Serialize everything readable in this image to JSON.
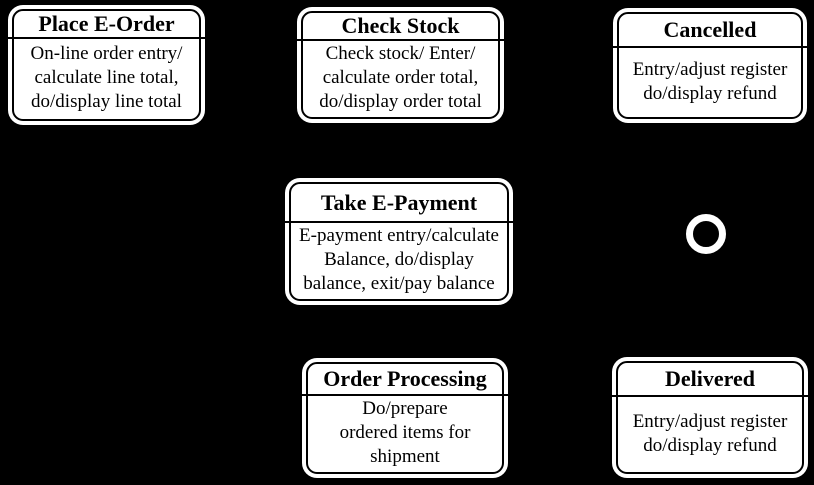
{
  "colors": {
    "background": "#000000",
    "state_fill": "#ffffff",
    "state_border": "#000000",
    "text": "#000000",
    "final_ring": "#ffffff"
  },
  "states": [
    {
      "name": "place-e-order",
      "title": "Place E-Order",
      "body": [
        "On-line order entry/",
        "calculate line total,",
        "do/display line total"
      ]
    },
    {
      "name": "check-stock",
      "title": "Check Stock",
      "body": [
        "Check stock/ Enter/",
        "calculate order total,",
        "do/display order total"
      ]
    },
    {
      "name": "cancelled",
      "title": "Cancelled",
      "body": [
        "Entry/adjust register",
        "do/display refund"
      ]
    },
    {
      "name": "take-e-payment",
      "title": "Take E-Payment",
      "body": [
        "E-payment entry/calculate",
        "Balance, do/display",
        "balance, exit/pay balance"
      ]
    },
    {
      "name": "order-processing",
      "title": "Order Processing",
      "body": [
        "Do/prepare",
        "ordered items for",
        "shipment"
      ]
    },
    {
      "name": "delivered",
      "title": "Delivered",
      "body": [
        "Entry/adjust register",
        "do/display refund"
      ]
    }
  ],
  "final_node": {
    "icon": "final-state-circle"
  }
}
